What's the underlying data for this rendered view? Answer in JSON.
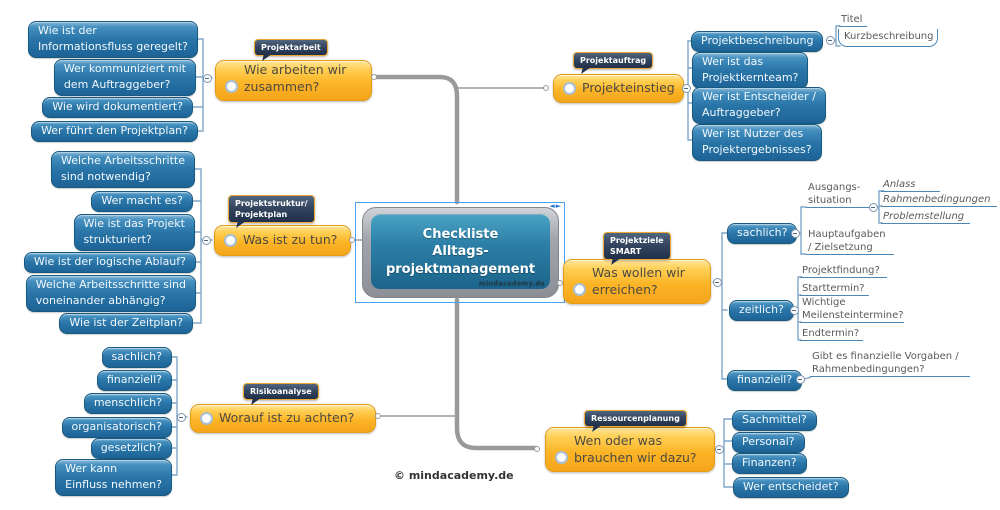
{
  "center": {
    "title": "Checkliste\nAlltags-\nprojektmanagement",
    "watermark": "mindacademy.de",
    "selection_arrows": "◄►"
  },
  "copyright": "© mindacademy.de",
  "colors": {
    "topic_orange": "#fcb527",
    "subtopic_blue": "#2a76a9",
    "callout_navy": "#22324c",
    "callout_border": "#eda832",
    "line_blue": "#4d87b5",
    "link_gray": "#9a9a9a",
    "selection_blue": "#4aa0f0",
    "center_teal": "#2c7fa6"
  },
  "branches": {
    "projektarbeit": {
      "callout": "Projektarbeit",
      "topic": "Wie arbeiten wir\nzusammen?",
      "children": [
        "Wie ist der\nInformationsfluss geregelt?",
        "Wer kommuniziert mit\ndem Auftraggeber?",
        "Wie wird dokumentiert?",
        "Wer führt den Projektplan?"
      ]
    },
    "projektstruktur": {
      "callout": "Projektstruktur/\nProjektplan",
      "topic": "Was ist zu tun?",
      "children": [
        "Welche Arbeitsschritte\nsind notwendig?",
        "Wer macht es?",
        "Wie ist das Projekt\nstrukturiert?",
        "Wie ist der logische Ablauf?",
        "Welche Arbeitsschritte sind\nvoneinander abhängig?",
        "Wie ist der Zeitplan?"
      ]
    },
    "risikoanalyse": {
      "callout": "Risikoanalyse",
      "topic": "Worauf ist zu achten?",
      "children": [
        "sachlich?",
        "finanziell?",
        "menschlich?",
        "organisatorisch?",
        "gesetzlich?",
        "Wer kann\nEinfluss nehmen?"
      ]
    },
    "projektauftrag": {
      "callout": "Projektauftrag",
      "topic": "Projekteinstieg",
      "children": [
        "Projektbeschreibung",
        "Wer ist das\nProjektkernteam?",
        "Wer ist Entscheider /\nAuftraggeber?",
        "Wer ist Nutzer des\nProjektergebnisses?"
      ],
      "beschreibung_children": [
        "Titel",
        "Kurzbeschreibung"
      ]
    },
    "projektziele": {
      "callout": "Projektziele\nSMART",
      "topic": "Was wollen wir\nerreichen?",
      "sachlich": {
        "label": "sachlich?",
        "ausgangssituation": {
          "label": "Ausgangs-\nsituation",
          "children": [
            "Anlass",
            "Rahmenbedingungen",
            "Problemstellung"
          ]
        },
        "hauptaufgaben": "Hauptaufgaben\n/ Zielsetzung"
      },
      "zeitlich": {
        "label": "zeitlich?",
        "children": [
          "Projektfindung?",
          "Starttermin?",
          "Wichtige\nMeilensteintermine?",
          "Endtermin?"
        ]
      },
      "finanziell": {
        "label": "finanziell?",
        "children": [
          "Gibt es finanzielle Vorgaben /\nRahmenbedingungen?"
        ]
      }
    },
    "ressourcenplanung": {
      "callout": "Ressourcenplanung",
      "topic": "Wen oder was\nbrauchen wir dazu?",
      "children": [
        "Sachmittel?",
        "Personal?",
        "Finanzen?",
        "Wer entscheidet?"
      ]
    }
  }
}
